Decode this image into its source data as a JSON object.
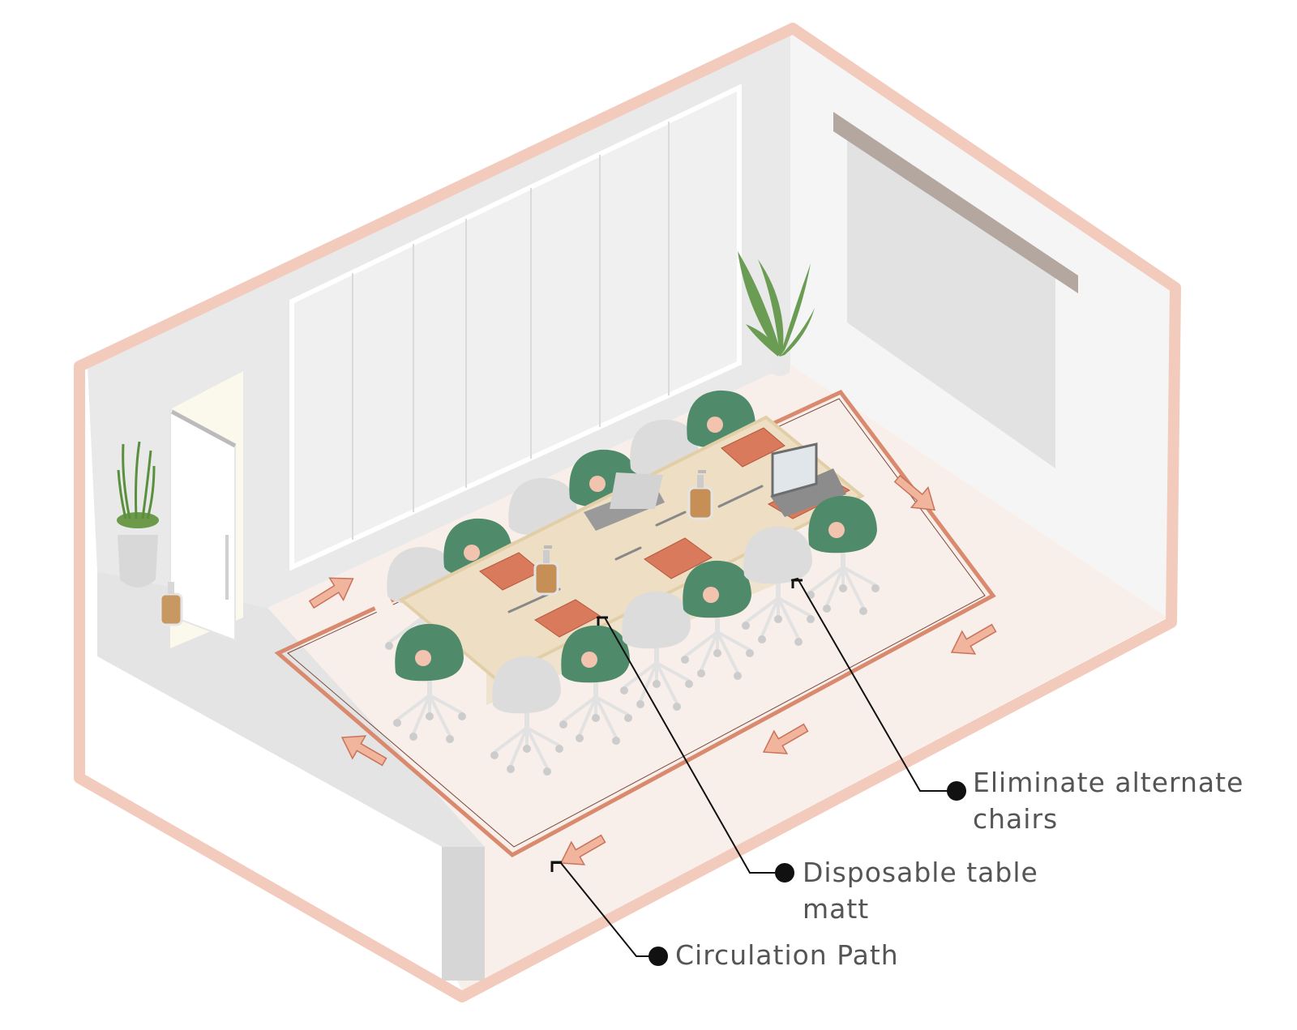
{
  "colors": {
    "outline": "#f2cbbd",
    "wall_back": "#e8e8e8",
    "wall_right": "#f4f4f4",
    "wall_left": "#efefef",
    "floor": "#f8eeea",
    "path_line": "#d98a6e",
    "matt": "#d97a5c",
    "table": "#eedfc4",
    "chair_green": "#4f8a6a",
    "chair_grey": "#dcdcdc",
    "seat_dot": "#f2c4b0",
    "arrow": "#f0b59c",
    "leader": "#111111",
    "label_text": "#555555"
  },
  "icons": {
    "circulation_arrow": "arrow-icon",
    "laptop": "laptop-icon",
    "sanitizer": "sanitizer-bottle-icon",
    "plant": "plant-icon"
  },
  "callouts": [
    {
      "id": "eliminate-chairs",
      "lines": [
        "Eliminate alternate",
        "chairs"
      ]
    },
    {
      "id": "table-matt",
      "lines": [
        "Disposable table",
        "matt"
      ]
    },
    {
      "id": "circulation-path",
      "lines": [
        "Circulation Path"
      ]
    }
  ]
}
